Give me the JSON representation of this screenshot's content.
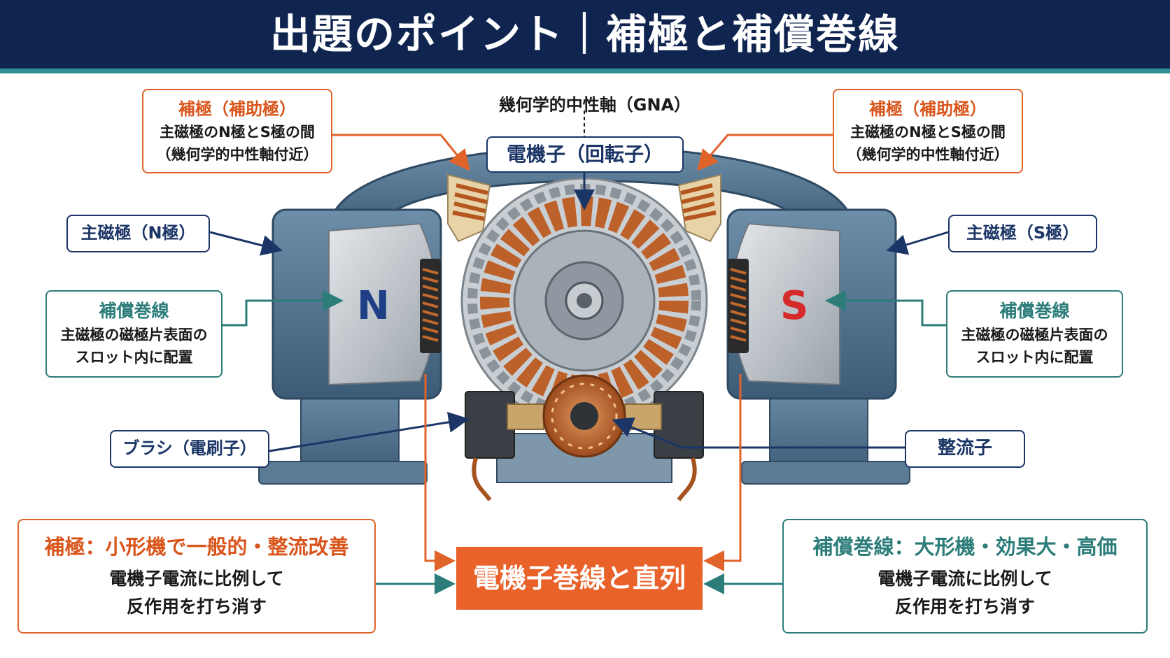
{
  "header": {
    "title": "出題のポイント｜補極と補償巻線"
  },
  "gna_label": "幾何学的中性軸（GNA）",
  "labels": {
    "interpole_left": {
      "title": "補極（補助極）",
      "line1": "主磁極のN極とS極の間",
      "line2": "（幾何学的中性軸付近）"
    },
    "interpole_right": {
      "title": "補極（補助極）",
      "line1": "主磁極のN極とS極の間",
      "line2": "（幾何学的中性軸付近）"
    },
    "armature": "電機子（回転子）",
    "main_pole_n": "主磁極（N極）",
    "main_pole_s": "主磁極（S極）",
    "comp_left": {
      "title": "補償巻線",
      "line1": "主磁極の磁極片表面の",
      "line2": "スロット内に配置"
    },
    "comp_right": {
      "title": "補償巻線",
      "line1": "主磁極の磁極片表面の",
      "line2": "スロット内に配置"
    },
    "brush": "ブラシ（電刷子）",
    "commutator": "整流子",
    "pole_n_letter": "N",
    "pole_s_letter": "S"
  },
  "bottom": {
    "left": {
      "title": "補極：小形機で一般的・整流改善",
      "line1": "電機子電流に比例して",
      "line2": "反作用を打ち消す"
    },
    "center": "電機子巻線と直列",
    "right": {
      "title": "補償巻線：大形機・効果大・高価",
      "line1": "電機子電流に比例して",
      "line2": "反作用を打ち消す"
    }
  },
  "colors": {
    "navy": "#0f2550",
    "teal": "#2c7d7a",
    "orange": "#e0642a",
    "copper": "#b8622b",
    "steel": "#4f7391"
  }
}
